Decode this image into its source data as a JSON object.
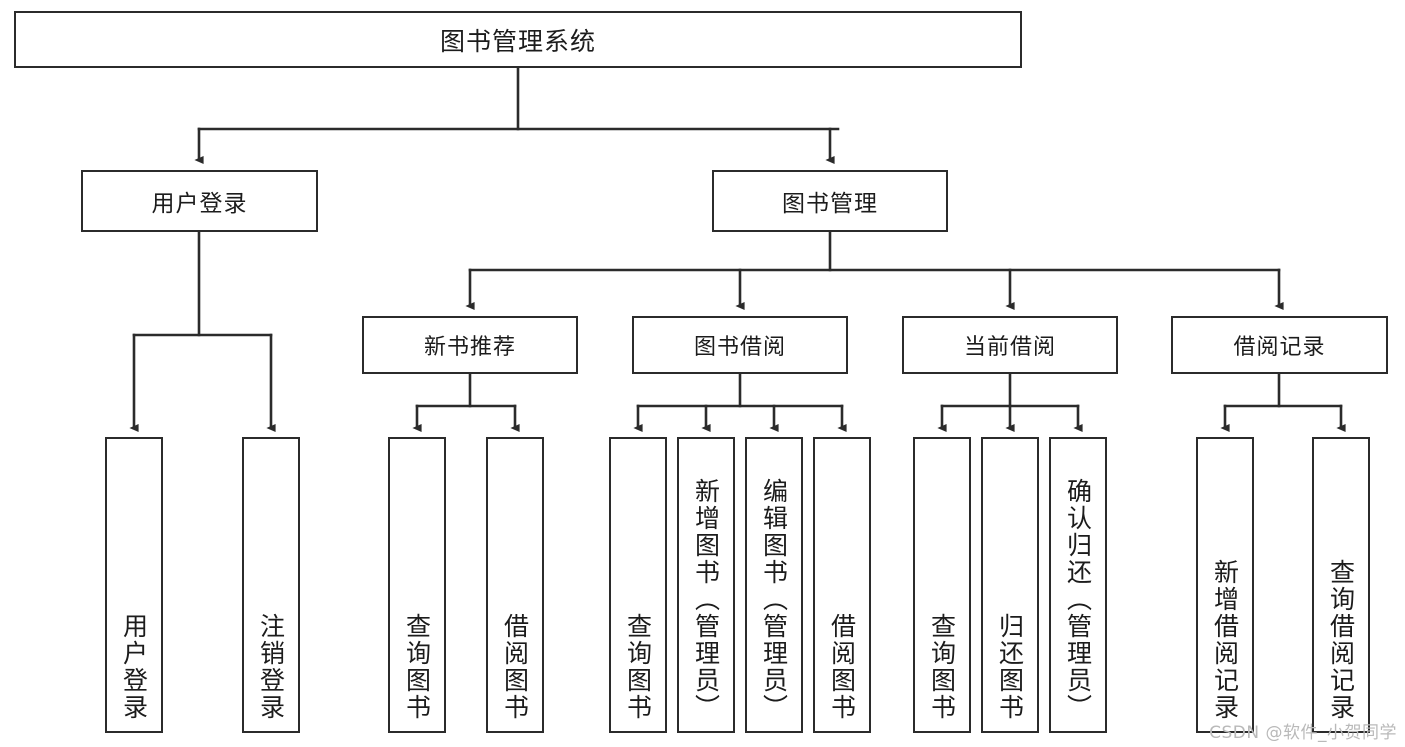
{
  "diagram": {
    "type": "tree-hierarchy",
    "title": "图书管理系统",
    "watermark": "CSDN @软件_小贺同学",
    "colors": {
      "stroke": "#2b2b2b",
      "fill": "#ffffff",
      "text": "#1c1c1c",
      "watermark": "#b9b9b9"
    },
    "nodes": {
      "root": {
        "label": "图书管理系统"
      },
      "level2": [
        {
          "id": "user-login",
          "label": "用户登录"
        },
        {
          "id": "book-manage",
          "label": "图书管理"
        }
      ],
      "level3": [
        {
          "id": "new-book-recommend",
          "label": "新书推荐"
        },
        {
          "id": "book-borrow",
          "label": "图书借阅"
        },
        {
          "id": "current-borrow",
          "label": "当前借阅"
        },
        {
          "id": "borrow-record",
          "label": "借阅记录"
        }
      ],
      "leaves": {
        "user-login": [
          {
            "id": "leaf-user-login",
            "label": "用户登录"
          },
          {
            "id": "leaf-user-logout",
            "label": "注销登录"
          }
        ],
        "new-book-recommend": [
          {
            "id": "leaf-query-book-1",
            "label": "查询图书"
          },
          {
            "id": "leaf-borrow-book-1",
            "label": "借阅图书"
          }
        ],
        "book-borrow": [
          {
            "id": "leaf-query-book-2",
            "label": "查询图书"
          },
          {
            "id": "leaf-add-book",
            "label": "新增图书（管理员）"
          },
          {
            "id": "leaf-edit-book",
            "label": "编辑图书（管理员）"
          },
          {
            "id": "leaf-borrow-book-2",
            "label": "借阅图书"
          }
        ],
        "current-borrow": [
          {
            "id": "leaf-query-book-3",
            "label": "查询图书"
          },
          {
            "id": "leaf-return-book",
            "label": "归还图书"
          },
          {
            "id": "leaf-confirm-return",
            "label": "确认归还（管理员）"
          }
        ],
        "borrow-record": [
          {
            "id": "leaf-add-record",
            "label": "新增借阅记录"
          },
          {
            "id": "leaf-query-record",
            "label": "查询借阅记录"
          }
        ]
      }
    }
  }
}
